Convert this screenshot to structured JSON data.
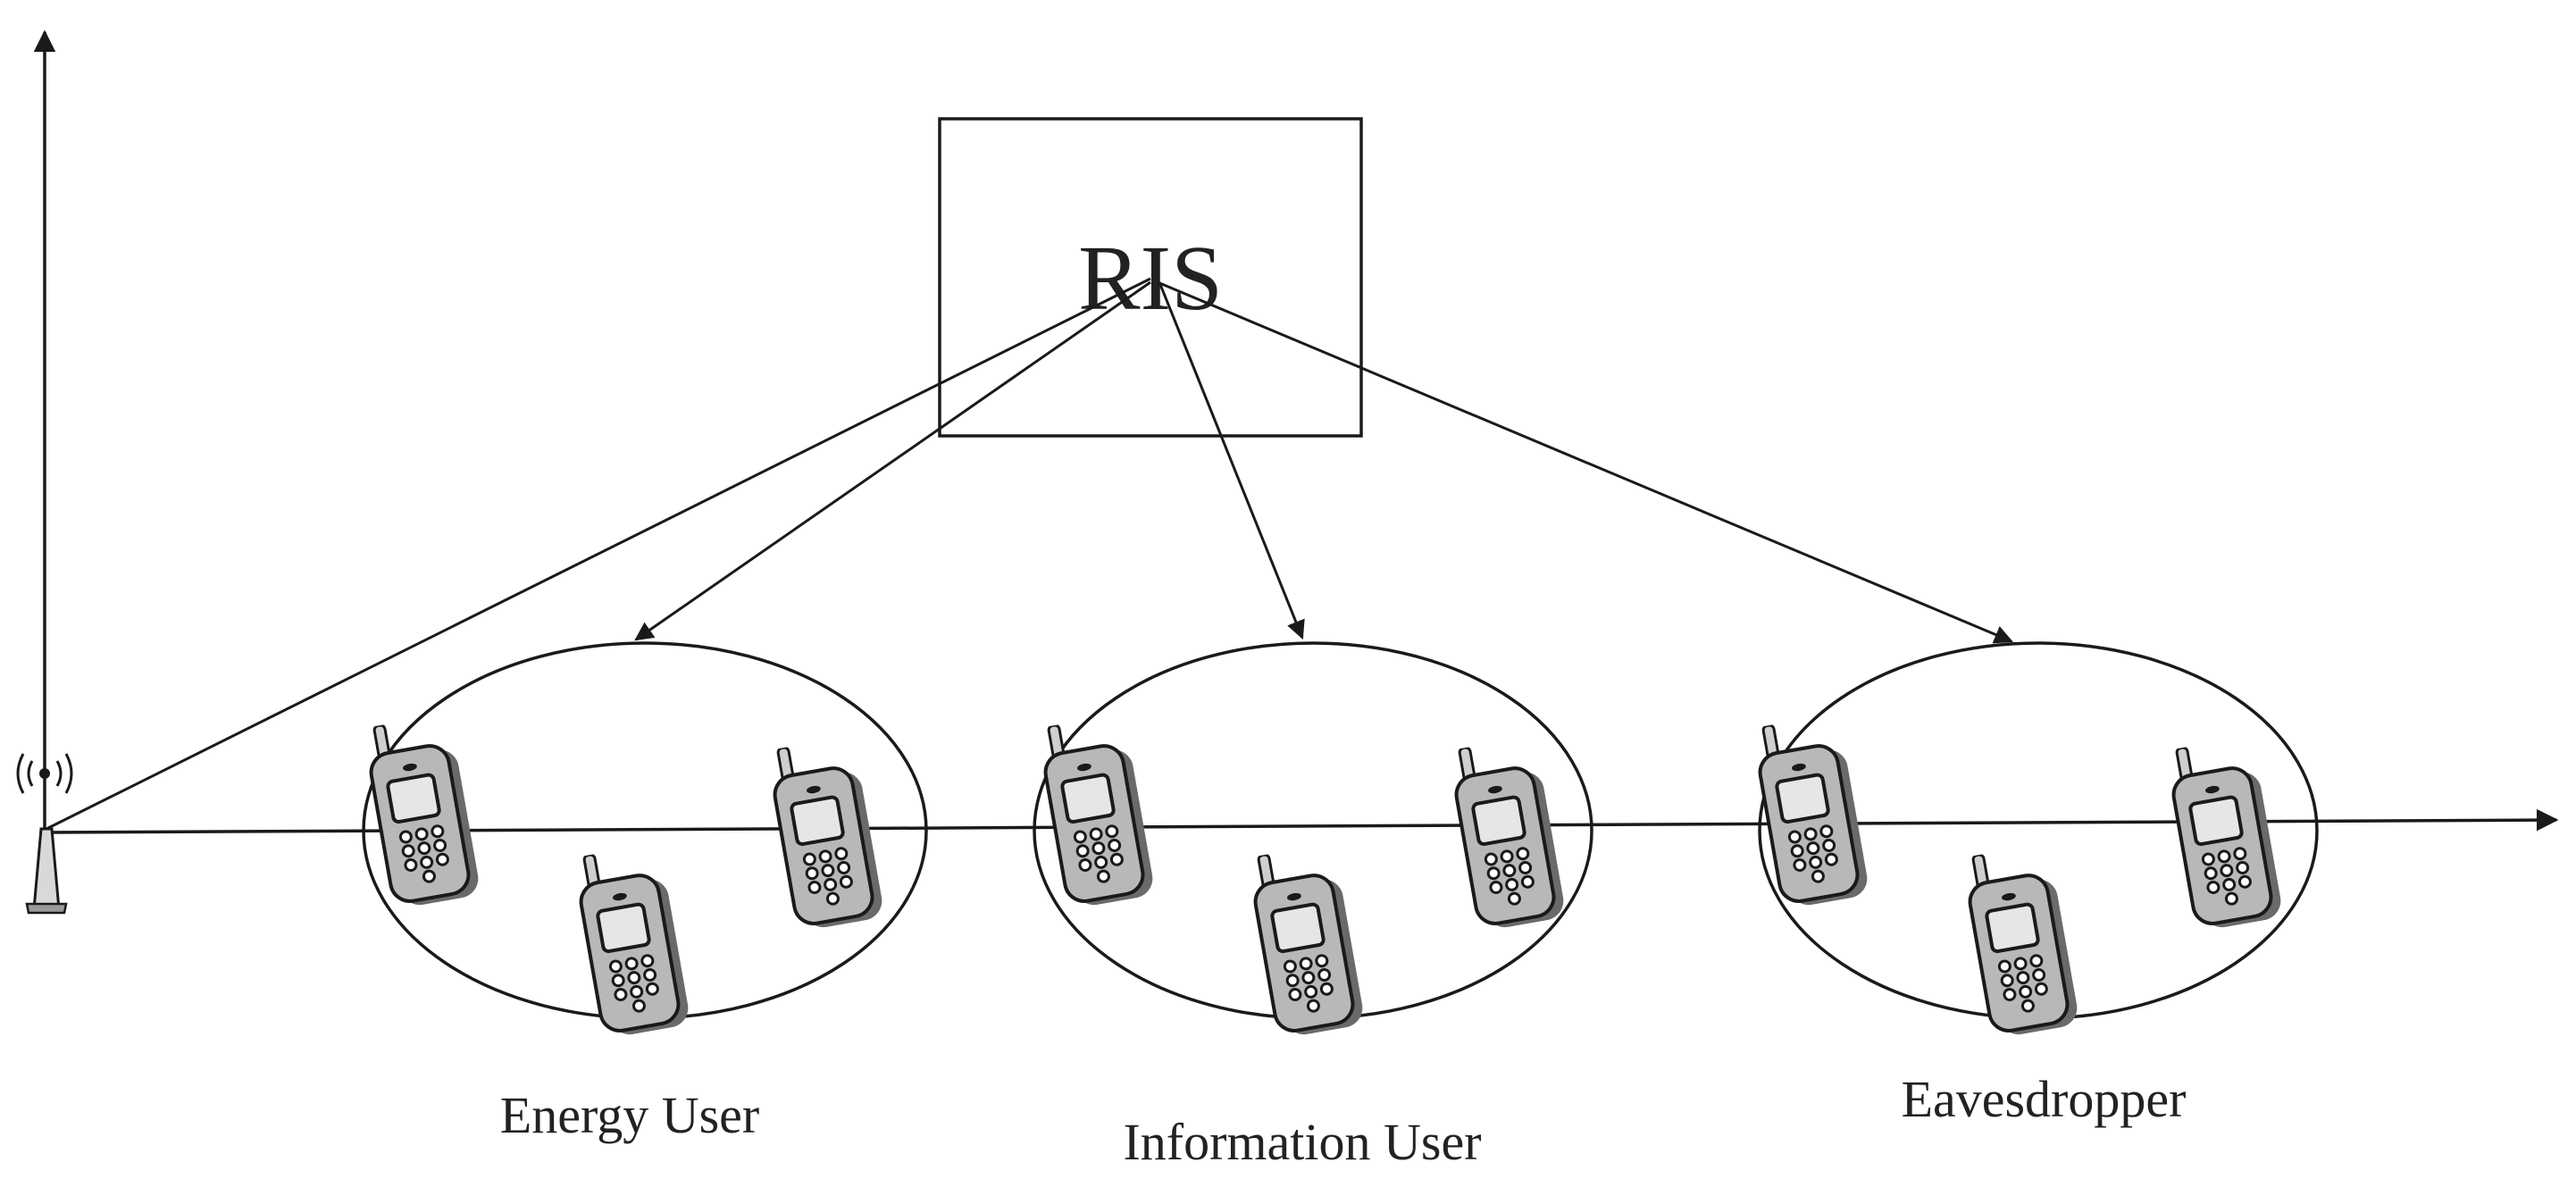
{
  "ris": {
    "label": "RIS"
  },
  "groups": [
    {
      "id": "energy",
      "label": "Energy User"
    },
    {
      "id": "information",
      "label": "Information User"
    },
    {
      "id": "eavesdropper",
      "label": "Eavesdropper"
    }
  ],
  "icons": {
    "base_station": "antenna-icon",
    "user": "mobile-phone-icon"
  },
  "colors": {
    "stroke": "#1a1a1a",
    "phone_body": "#b8b8b8",
    "phone_screen": "#e6e6e6"
  }
}
